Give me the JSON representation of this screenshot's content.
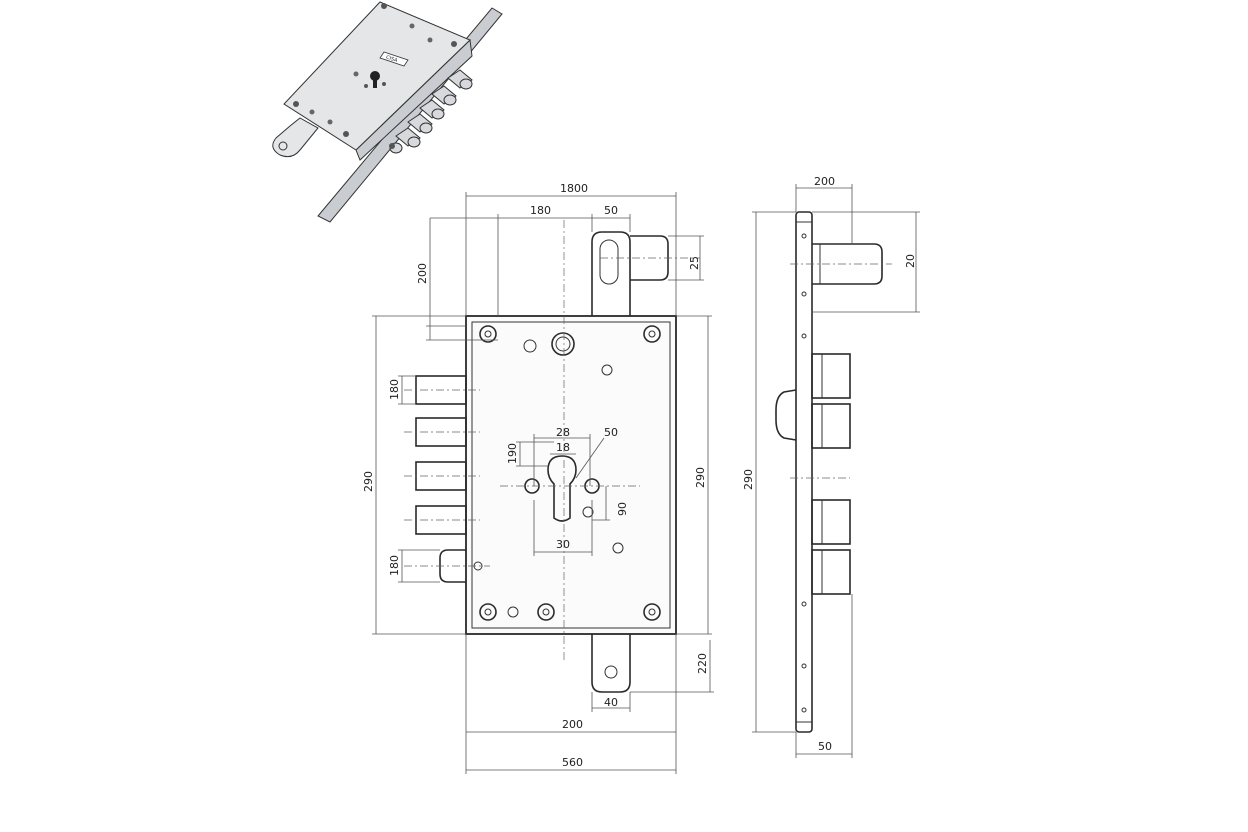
{
  "iso_label": "CISA",
  "dimensions": {
    "top_total": "1800",
    "top_left": "180",
    "top_right": "50",
    "left_vertical_offset": "200",
    "deadbolt_height": "25",
    "bolt_top_height": "180",
    "plate_height_left": "290",
    "bolt_bottom_height": "180",
    "cylinder_outer_width": "28",
    "cylinder_inner_width": "18",
    "cylinder_right_dim": "50",
    "cylinder_left_vertical": "190",
    "cylinder_right_vertical": "90",
    "cylinder_bottom_width": "30",
    "plate_height_right": "290",
    "bottom_tab_height": "220",
    "bottom_tab_width": "40",
    "plate_width": "200",
    "overall_width": "560",
    "side_top_width": "200",
    "side_bolt_dim": "20",
    "side_height": "290",
    "side_bottom_width": "50"
  }
}
